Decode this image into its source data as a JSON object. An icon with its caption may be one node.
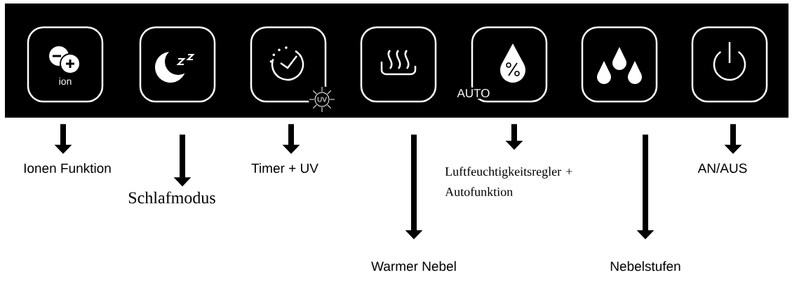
{
  "diagram": {
    "nodes": [
      {
        "text": [
          "ion"
        ]
      },
      {
        "text": [],
        "shape": "box"
      },
      {
        "text": [
          "UV"
        ]
      },
      {
        "text": [],
        "shape": "box"
      },
      {
        "text": [
          "AUTO"
        ]
      },
      {
        "text": [],
        "shape": "box"
      },
      {
        "text": [],
        "shape": "box"
      },
      {
        "text": [
          "Ionen Funktion"
        ]
      },
      {
        "text": [
          "Schlafmodus"
        ]
      },
      {
        "text": [
          "Timer + UV"
        ]
      },
      {
        "text": [
          "Warmer Nebel"
        ]
      },
      {
        "text": [
          "Luftfeuchtigkeitsregler + Autofunktion"
        ]
      },
      {
        "text": [
          "Nebelstufen"
        ]
      },
      {
        "text": [
          "AN/AUS"
        ]
      }
    ],
    "edges": [
      {
        "from": 0,
        "to": 7,
        "arrow": "to"
      },
      {
        "from": 1,
        "to": 8,
        "arrow": "to"
      },
      {
        "from": 2,
        "to": 9,
        "arrow": "to"
      },
      {
        "from": 3,
        "to": 10,
        "arrow": "to"
      },
      {
        "from": 4,
        "to": 11,
        "arrow": "to"
      },
      {
        "from": 5,
        "to": 12,
        "arrow": "to"
      },
      {
        "from": 6,
        "to": 13,
        "arrow": "to"
      }
    ]
  }
}
